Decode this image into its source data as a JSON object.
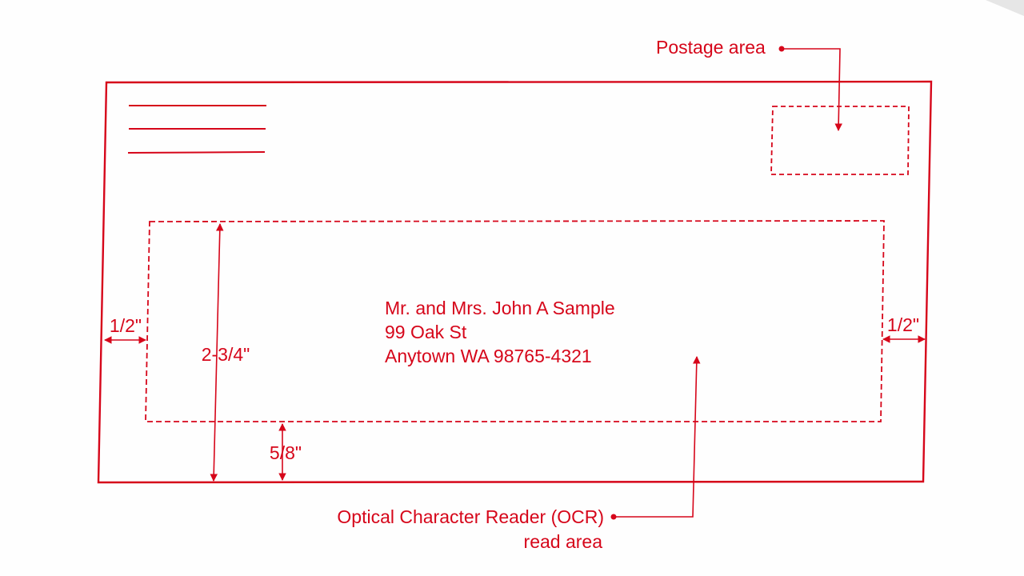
{
  "colors": {
    "ink": "#d6061a",
    "background": "#fefefe",
    "corner_shade": "#e6e6e6"
  },
  "labels": {
    "postage_area": "Postage area",
    "ocr_line1": "Optical Character Reader (OCR)",
    "ocr_line2": "read area",
    "left_margin": "1/2\"",
    "right_margin": "1/2\"",
    "ocr_height": "2-3/4\"",
    "bottom_margin": "5/8\""
  },
  "address": {
    "line1": "Mr. and Mrs. John A Sample",
    "line2": "99 Oak St",
    "line3": "Anytown WA 98765-4321"
  }
}
